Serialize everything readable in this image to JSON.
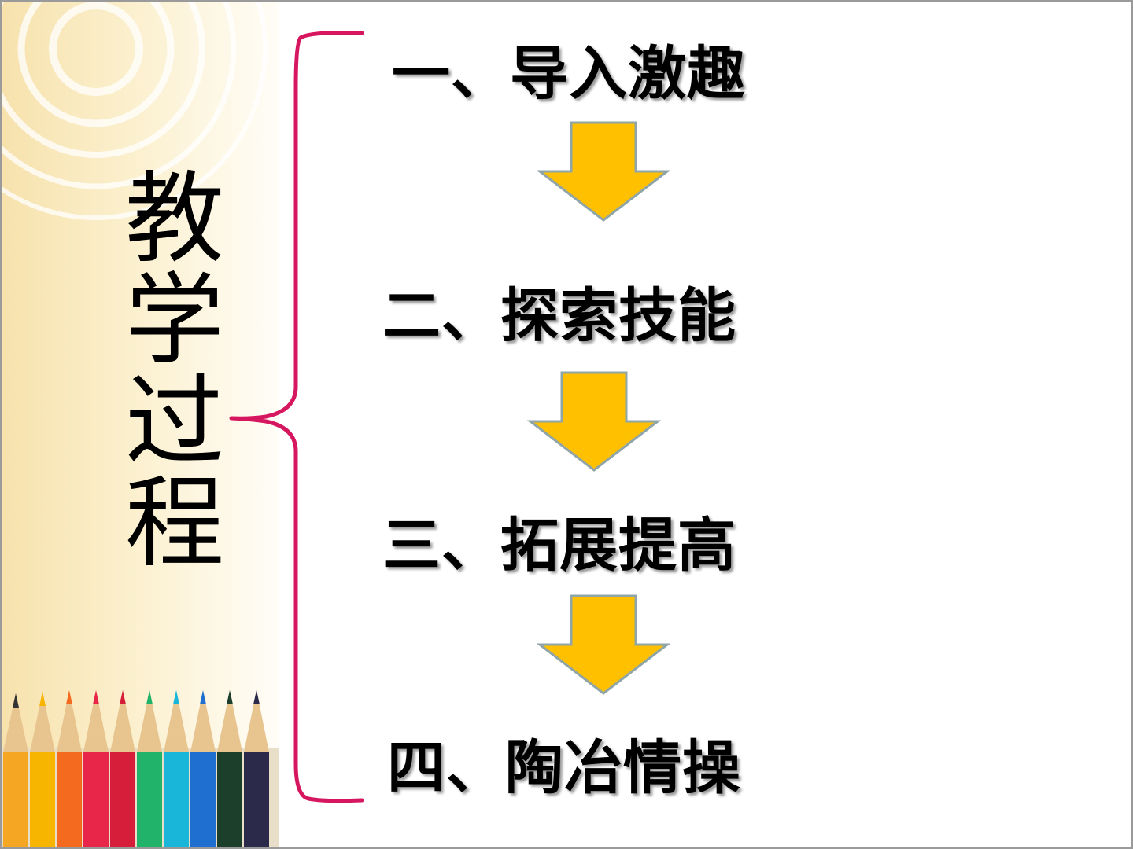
{
  "slide": {
    "vertical_title": [
      "教",
      "学",
      "过",
      "程"
    ],
    "steps": [
      "一、导入激趣",
      "二、探索技能",
      "三、拓展提高",
      "四、陶冶情操"
    ],
    "arrow_icon": "down-arrow-icon",
    "colors": {
      "brace": "#d6175f",
      "arrow_fill": "#ffc000",
      "arrow_outline": "#8fa5a8",
      "panel": "#f8e6b4"
    }
  }
}
